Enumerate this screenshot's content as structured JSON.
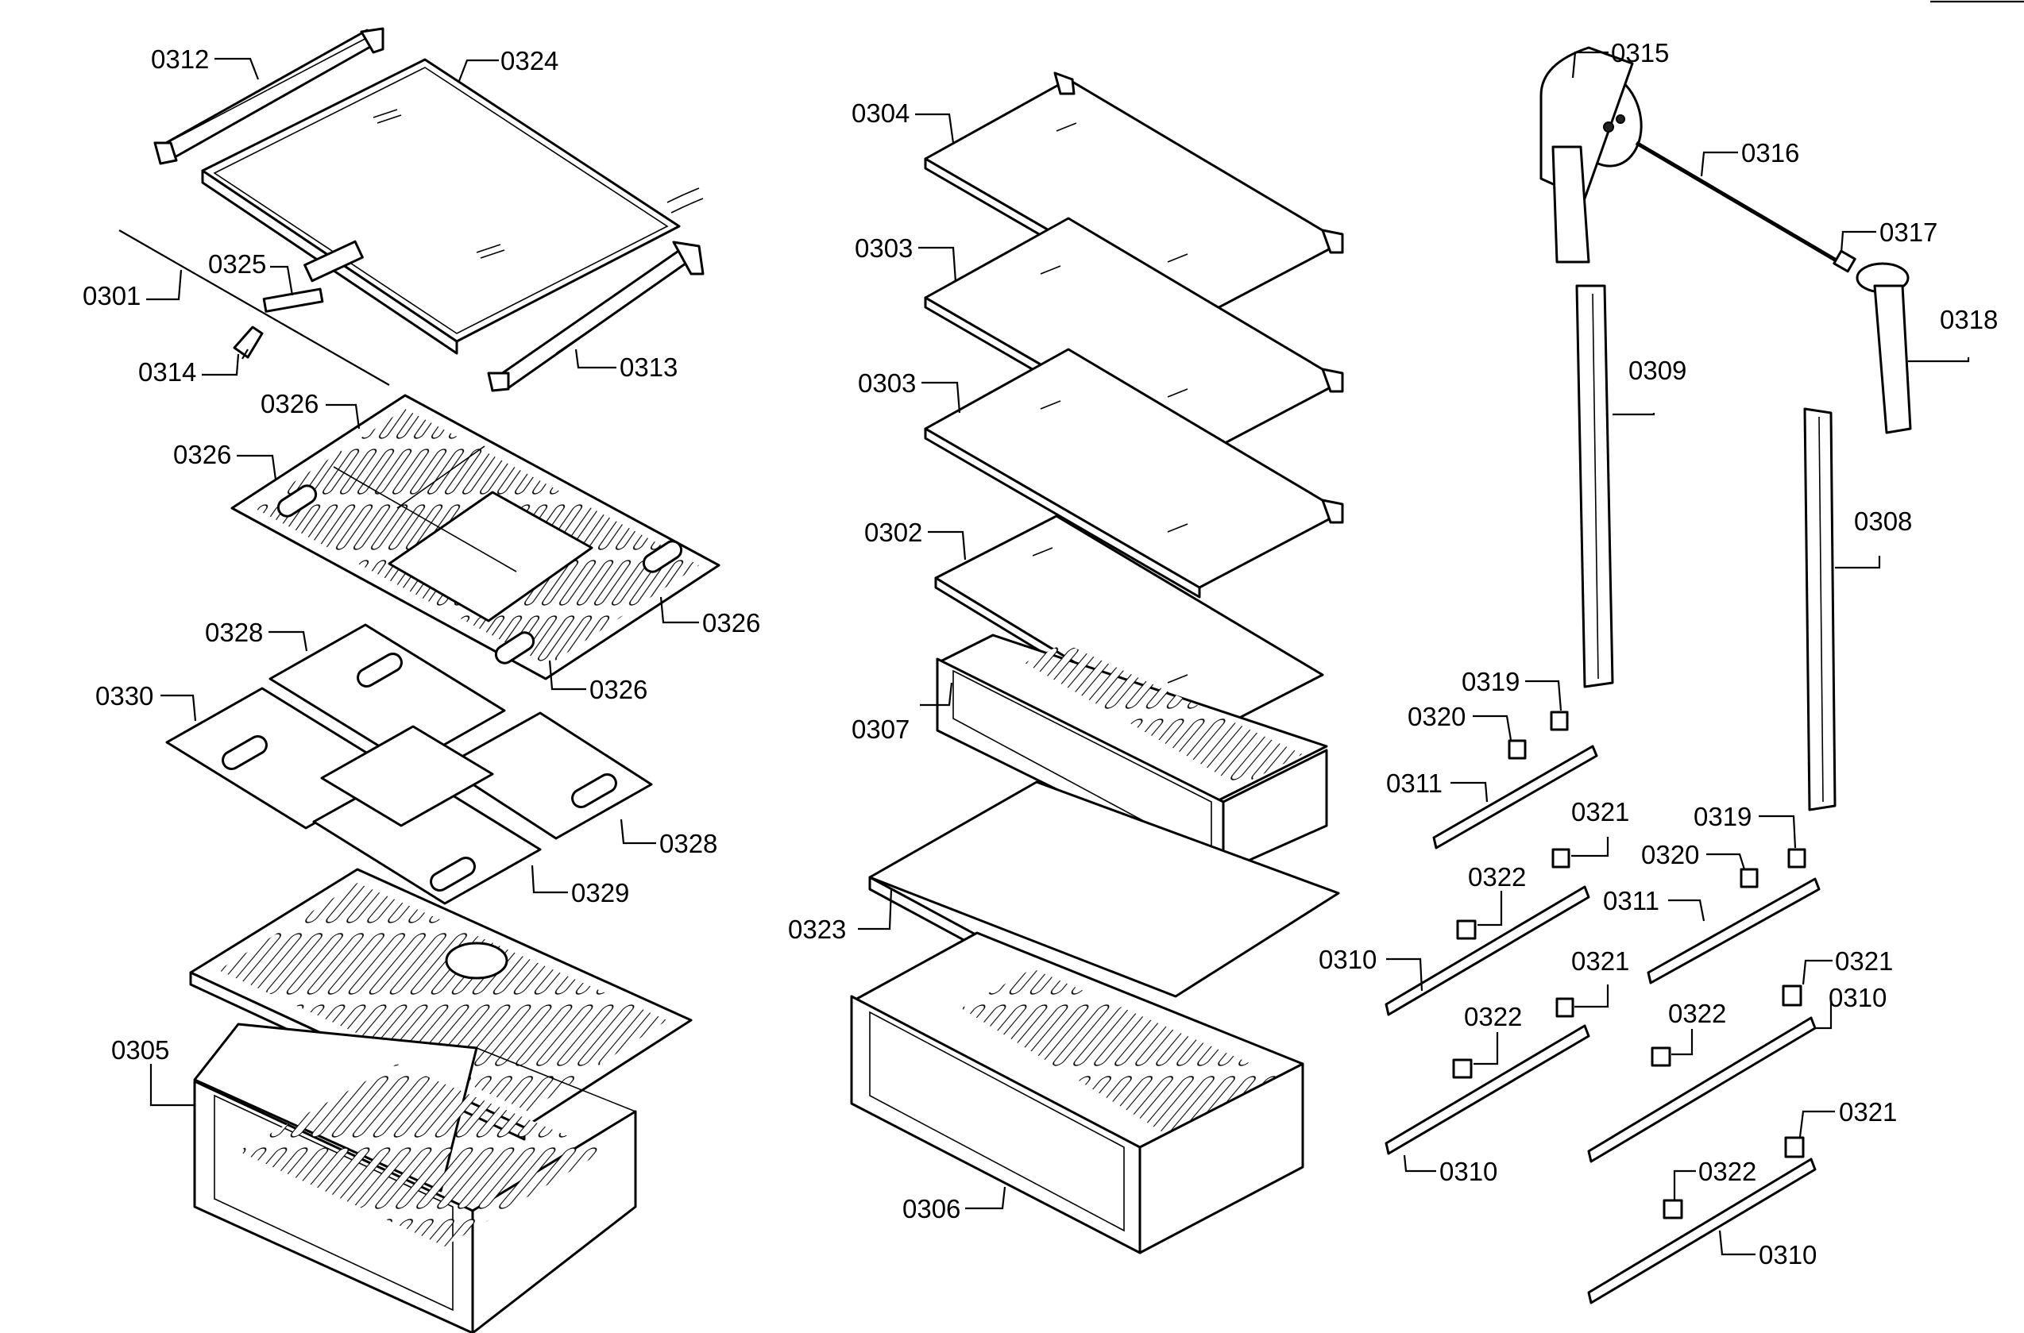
{
  "diagram": {
    "type": "exploded-parts-diagram",
    "part_labels": [
      "0301",
      "0302",
      "0303",
      "0304",
      "0305",
      "0306",
      "0307",
      "0308",
      "0309",
      "0310",
      "0311",
      "0312",
      "0313",
      "0314",
      "0315",
      "0316",
      "0317",
      "0318",
      "0319",
      "0320",
      "0321",
      "0322",
      "0323",
      "0324",
      "0325",
      "0326",
      "0328",
      "0329",
      "0330"
    ],
    "callouts": [
      {
        "id": "c0312",
        "label": "0312"
      },
      {
        "id": "c0324",
        "label": "0324"
      },
      {
        "id": "c0325",
        "label": "0325"
      },
      {
        "id": "c0301",
        "label": "0301"
      },
      {
        "id": "c0314",
        "label": "0314"
      },
      {
        "id": "c0313",
        "label": "0313"
      },
      {
        "id": "c0326a",
        "label": "0326"
      },
      {
        "id": "c0326b",
        "label": "0326"
      },
      {
        "id": "c0326c",
        "label": "0326"
      },
      {
        "id": "c0326d",
        "label": "0326"
      },
      {
        "id": "c0328a",
        "label": "0328"
      },
      {
        "id": "c0330",
        "label": "0330"
      },
      {
        "id": "c0328b",
        "label": "0328"
      },
      {
        "id": "c0329",
        "label": "0329"
      },
      {
        "id": "c0305",
        "label": "0305"
      },
      {
        "id": "c0304",
        "label": "0304"
      },
      {
        "id": "c0303a",
        "label": "0303"
      },
      {
        "id": "c0303b",
        "label": "0303"
      },
      {
        "id": "c0302",
        "label": "0302"
      },
      {
        "id": "c0307",
        "label": "0307"
      },
      {
        "id": "c0323",
        "label": "0323"
      },
      {
        "id": "c0306",
        "label": "0306"
      },
      {
        "id": "c0315",
        "label": "0315"
      },
      {
        "id": "c0316",
        "label": "0316"
      },
      {
        "id": "c0317",
        "label": "0317"
      },
      {
        "id": "c0318",
        "label": "0318"
      },
      {
        "id": "c0309",
        "label": "0309"
      },
      {
        "id": "c0308",
        "label": "0308"
      },
      {
        "id": "c0319a",
        "label": "0319"
      },
      {
        "id": "c0320a",
        "label": "0320"
      },
      {
        "id": "c0311a",
        "label": "0311"
      },
      {
        "id": "c0321a",
        "label": "0321"
      },
      {
        "id": "c0319b",
        "label": "0319"
      },
      {
        "id": "c0320b",
        "label": "0320"
      },
      {
        "id": "c0322a",
        "label": "0322"
      },
      {
        "id": "c0311b",
        "label": "0311"
      },
      {
        "id": "c0310a",
        "label": "0310"
      },
      {
        "id": "c0321b",
        "label": "0321"
      },
      {
        "id": "c0321c",
        "label": "0321"
      },
      {
        "id": "c0322b",
        "label": "0322"
      },
      {
        "id": "c0310b",
        "label": "0310"
      },
      {
        "id": "c0322c",
        "label": "0322"
      },
      {
        "id": "c0310c",
        "label": "0310"
      },
      {
        "id": "c0321d",
        "label": "0321"
      },
      {
        "id": "c0322d",
        "label": "0322"
      },
      {
        "id": "c0310d",
        "label": "0310"
      }
    ]
  },
  "colors": {
    "ink": "#000000",
    "paper": "#ffffff"
  }
}
